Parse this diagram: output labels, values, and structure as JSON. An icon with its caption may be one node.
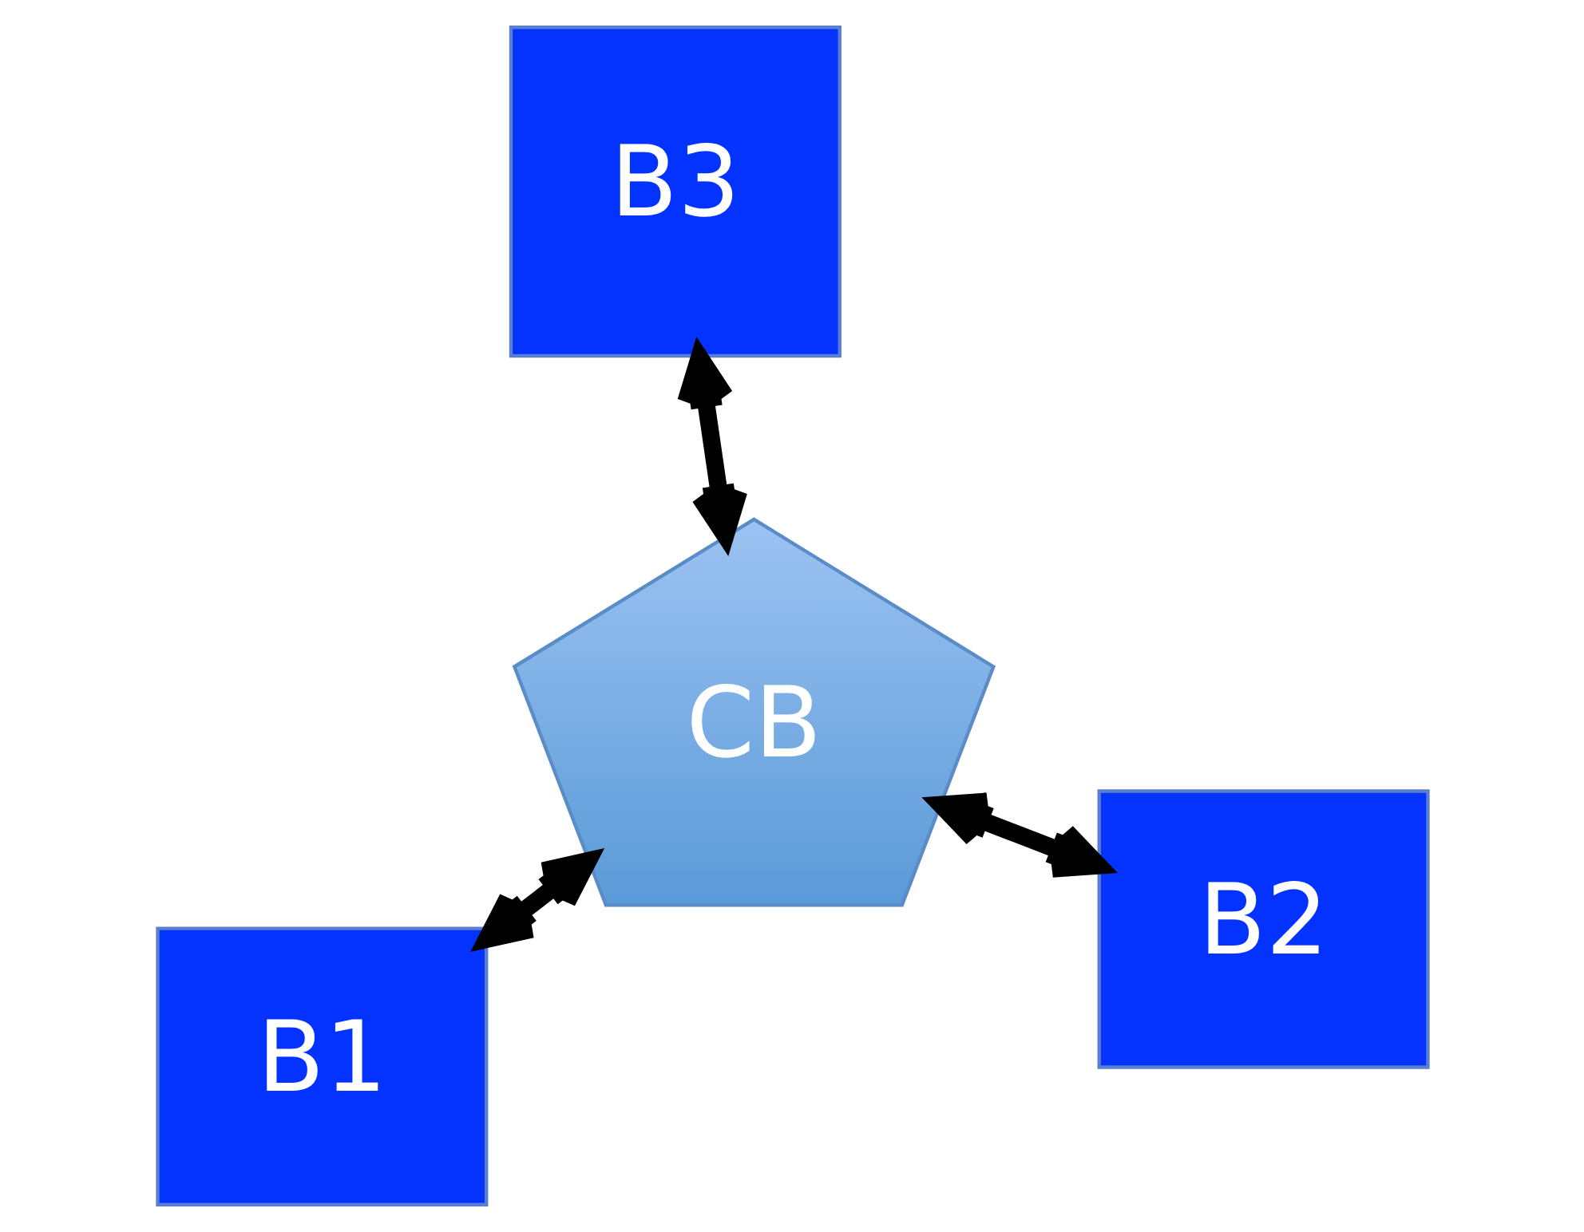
{
  "diagram": {
    "nodes": [
      {
        "text": [
          "B1"
        ]
      },
      {
        "text": [
          "B2"
        ]
      },
      {
        "text": [
          "CB"
        ]
      },
      {
        "text": [
          "B3"
        ]
      }
    ],
    "edges": [
      {
        "from": 2,
        "to": 1,
        "arrow": "both"
      },
      {
        "from": 2,
        "to": 0,
        "arrow": "both"
      },
      {
        "from": 2,
        "to": 3,
        "arrow": "both"
      }
    ]
  }
}
